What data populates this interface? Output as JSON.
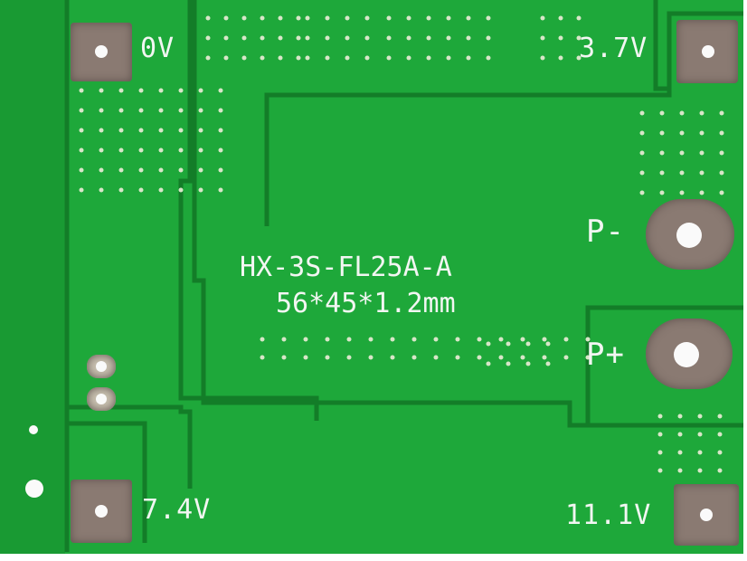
{
  "board": {
    "model": "HX-3S-FL25A-A",
    "dimensions": "56*45*1.2mm",
    "labels": {
      "zero_v": "0V",
      "v3_7": "3.7V",
      "v7_4": "7.4V",
      "v11_1": "11.1V",
      "p_minus": "P-",
      "p_plus": "P+"
    },
    "colors": {
      "board": "#1ea83a",
      "trace": "#127a26",
      "pad": "#8a7a72"
    }
  }
}
